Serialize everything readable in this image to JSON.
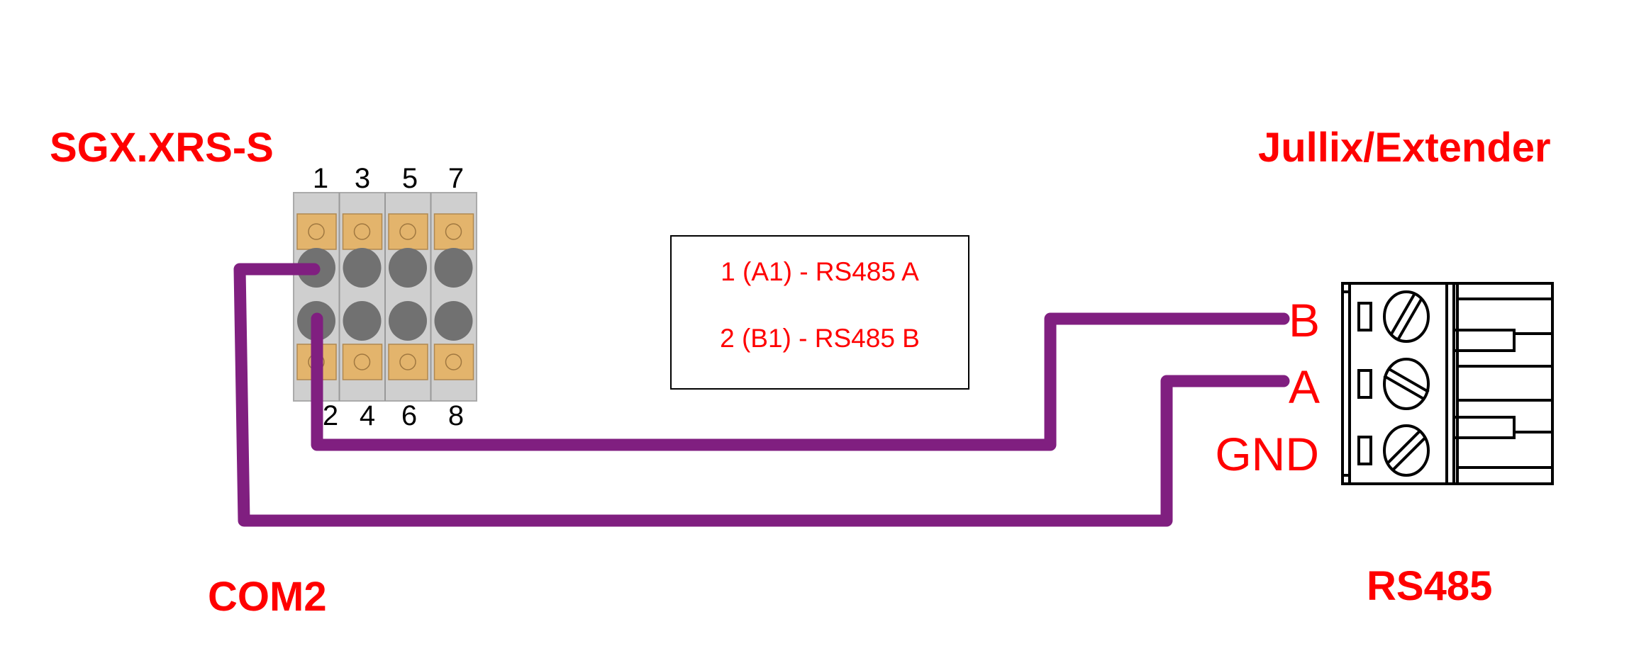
{
  "devices": {
    "left_title": "SGX.XRS-S",
    "left_port": "COM2",
    "right_title": "Jullix/Extender",
    "right_port": "RS485"
  },
  "terminal_block": {
    "top_pins": [
      "1",
      "3",
      "5",
      "7"
    ],
    "bottom_pins": [
      "2",
      "4",
      "6",
      "8"
    ]
  },
  "legend": {
    "line1": "1 (A1) - RS485 A",
    "line2": "2 (B1) - RS485 B"
  },
  "connector": {
    "labels": [
      "B",
      "A",
      "GND"
    ]
  },
  "colors": {
    "wire": "#801f80",
    "label": "#ff0000",
    "terminal_orange": "#e3b46c",
    "terminal_gray": "#cfcfcf",
    "terminal_hole": "#717171"
  }
}
